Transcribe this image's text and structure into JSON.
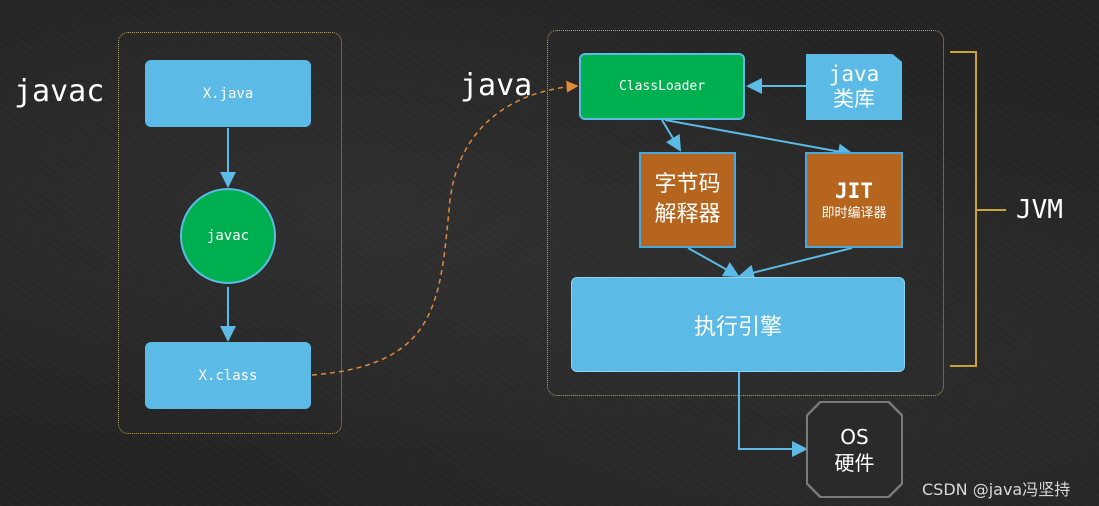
{
  "labels": {
    "left_title": "javac",
    "right_title": "java",
    "jvm": "JVM",
    "watermark": "CSDN @java冯坚持"
  },
  "nodes": {
    "x_java": "X.java",
    "javac_compiler": "javac",
    "x_class": "X.class",
    "classloader": "ClassLoader",
    "java_lib_line1": "java",
    "java_lib_line2": "类库",
    "interpreter_line1": "字节码",
    "interpreter_line2": "解释器",
    "jit_line1": "JIT",
    "jit_line2": "即时编译器",
    "engine": "执行引擎",
    "os_line1": "OS",
    "os_line2": "硬件"
  },
  "colors": {
    "blue": "#5bbbe6",
    "green": "#00b050",
    "brown": "#b5651d",
    "arrow": "#5bbbe6",
    "dashed": "#e08a3a",
    "bracket": "#c9a23a"
  }
}
